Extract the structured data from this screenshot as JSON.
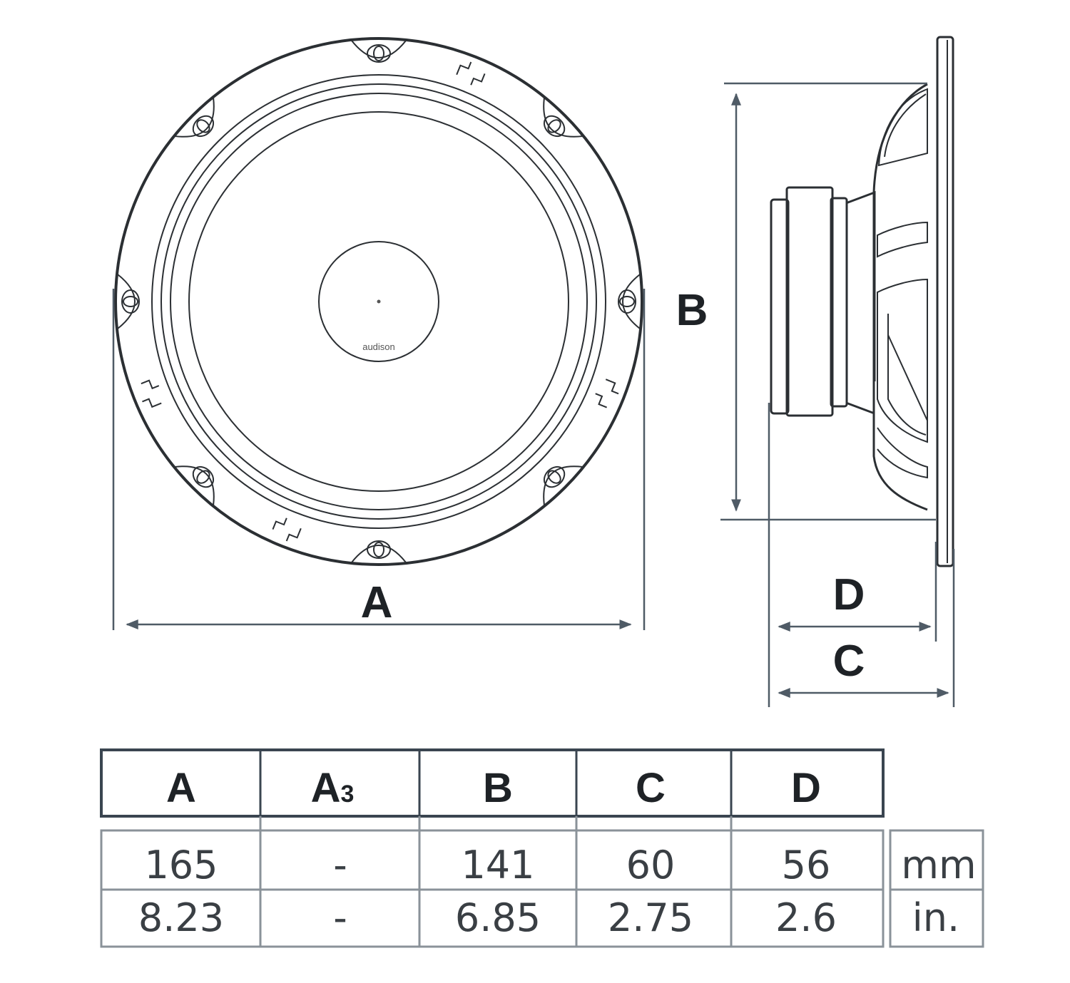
{
  "brand_logo": "audison",
  "labels": {
    "a": "A",
    "b": "B",
    "c": "C",
    "d": "D"
  },
  "table": {
    "headers": [
      {
        "main": "A",
        "sub": ""
      },
      {
        "main": "A",
        "sub": "3"
      },
      {
        "main": "B",
        "sub": ""
      },
      {
        "main": "C",
        "sub": ""
      },
      {
        "main": "D",
        "sub": ""
      }
    ],
    "rows": [
      {
        "values": [
          "165",
          "-",
          "141",
          "60",
          "56"
        ],
        "unit": "mm"
      },
      {
        "values": [
          "8.23",
          "-",
          "6.85",
          "2.75",
          "2.6"
        ],
        "unit": "in."
      }
    ]
  }
}
